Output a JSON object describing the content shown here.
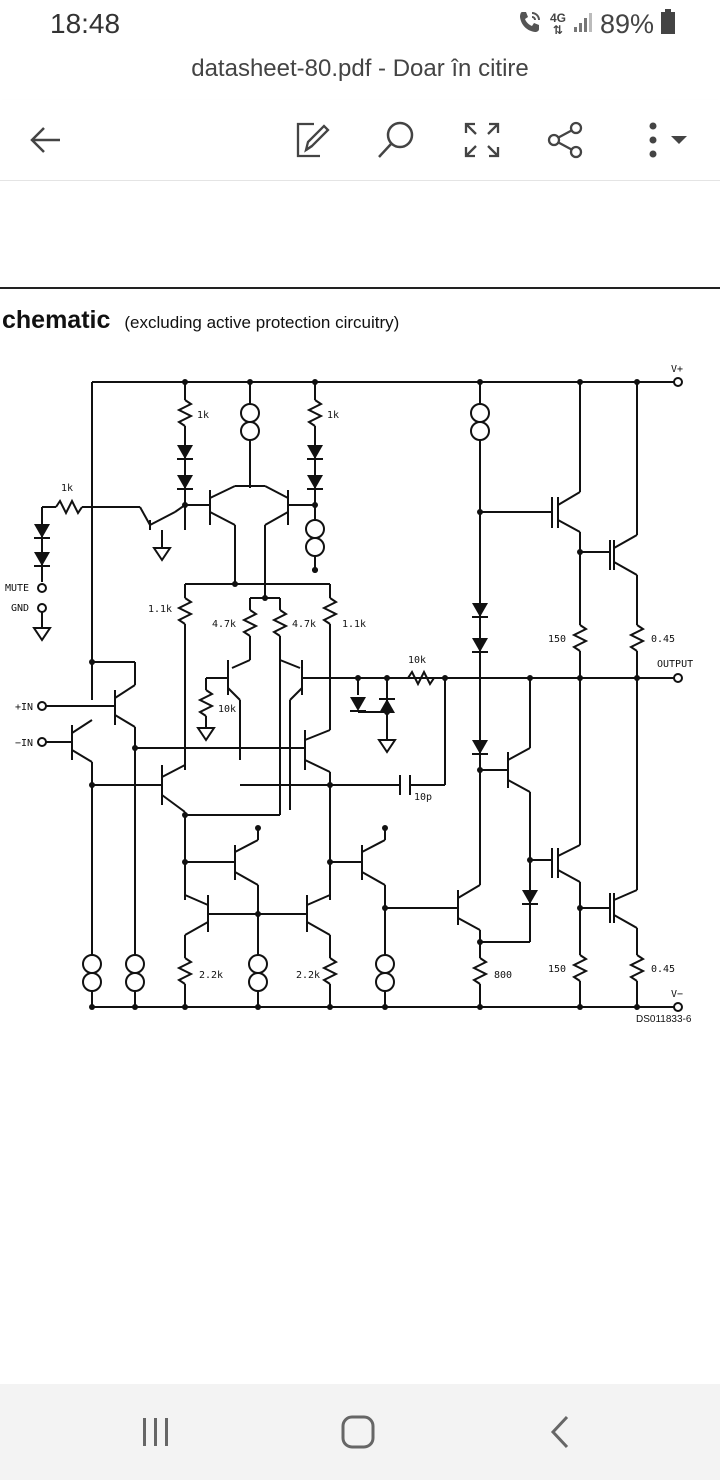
{
  "status_bar": {
    "time": "18:48",
    "network": "4G",
    "battery": "89%",
    "icons": [
      "call-icon",
      "network-4g-icon",
      "signal-icon",
      "battery-icon"
    ]
  },
  "title_bar": {
    "title": "datasheet-80.pdf - Doar în citire"
  },
  "toolbar": {
    "icons": [
      "back-arrow-icon",
      "edit-icon",
      "search-icon",
      "fullscreen-icon",
      "share-icon",
      "more-icon",
      "dropdown-icon"
    ]
  },
  "document": {
    "heading": "chematic",
    "subheading": "(excluding active protection circuitry)",
    "figure_code": "DS011833-6",
    "labels": {
      "v_plus": "V+",
      "v_minus": "V−",
      "mute": "MUTE",
      "gnd": "GND",
      "plus_in": "+IN",
      "minus_in": "−IN",
      "output": "OUTPUT",
      "r_1k_left": "1k",
      "r_1k_a": "1k",
      "r_1k_b": "1k",
      "r_11k_a": "1.1k",
      "r_47k_a": "4.7k",
      "r_47k_b": "4.7k",
      "r_11k_b": "1.1k",
      "r_10k_a": "10k",
      "r_10k_b": "10k",
      "c_10p": "10p",
      "r_150_a": "150",
      "r_045_a": "0.45",
      "r_22k_a": "2.2k",
      "r_22k_b": "2.2k",
      "r_800": "800",
      "r_150_b": "150",
      "r_045_b": "0.45"
    }
  },
  "nav_bar": {
    "icons": [
      "recent-apps-icon",
      "home-icon",
      "back-icon"
    ]
  }
}
